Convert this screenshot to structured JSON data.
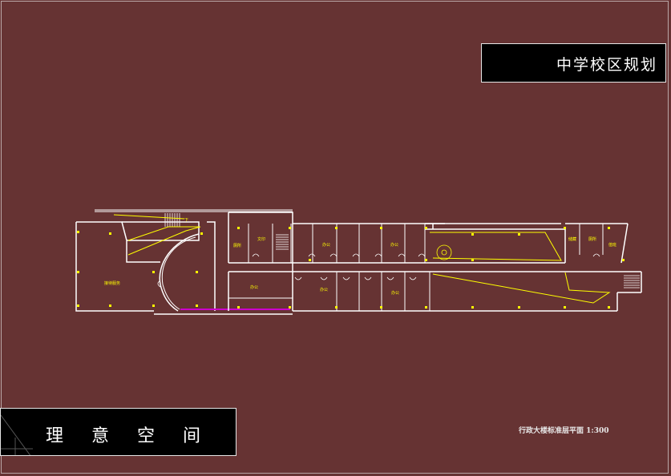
{
  "drawing": {
    "title": "中学校区规划",
    "studio_name": "理 意 空 间",
    "caption": "行政大楼标准层平面 1:300"
  },
  "rooms": {
    "lobby": "接待服务",
    "room_a": "厕所",
    "room_b": "文印",
    "office_1": "办公",
    "office_2": "办公",
    "office_3": "办公",
    "office_4": "办公",
    "office_5": "办公",
    "storage": "储藏",
    "toilet": "厕所",
    "duty": "值班",
    "stair_label": "下"
  },
  "colors": {
    "background": "#663333",
    "wall": "#ffffff",
    "annotation": "#ffff00",
    "accent": "#cc00cc"
  }
}
